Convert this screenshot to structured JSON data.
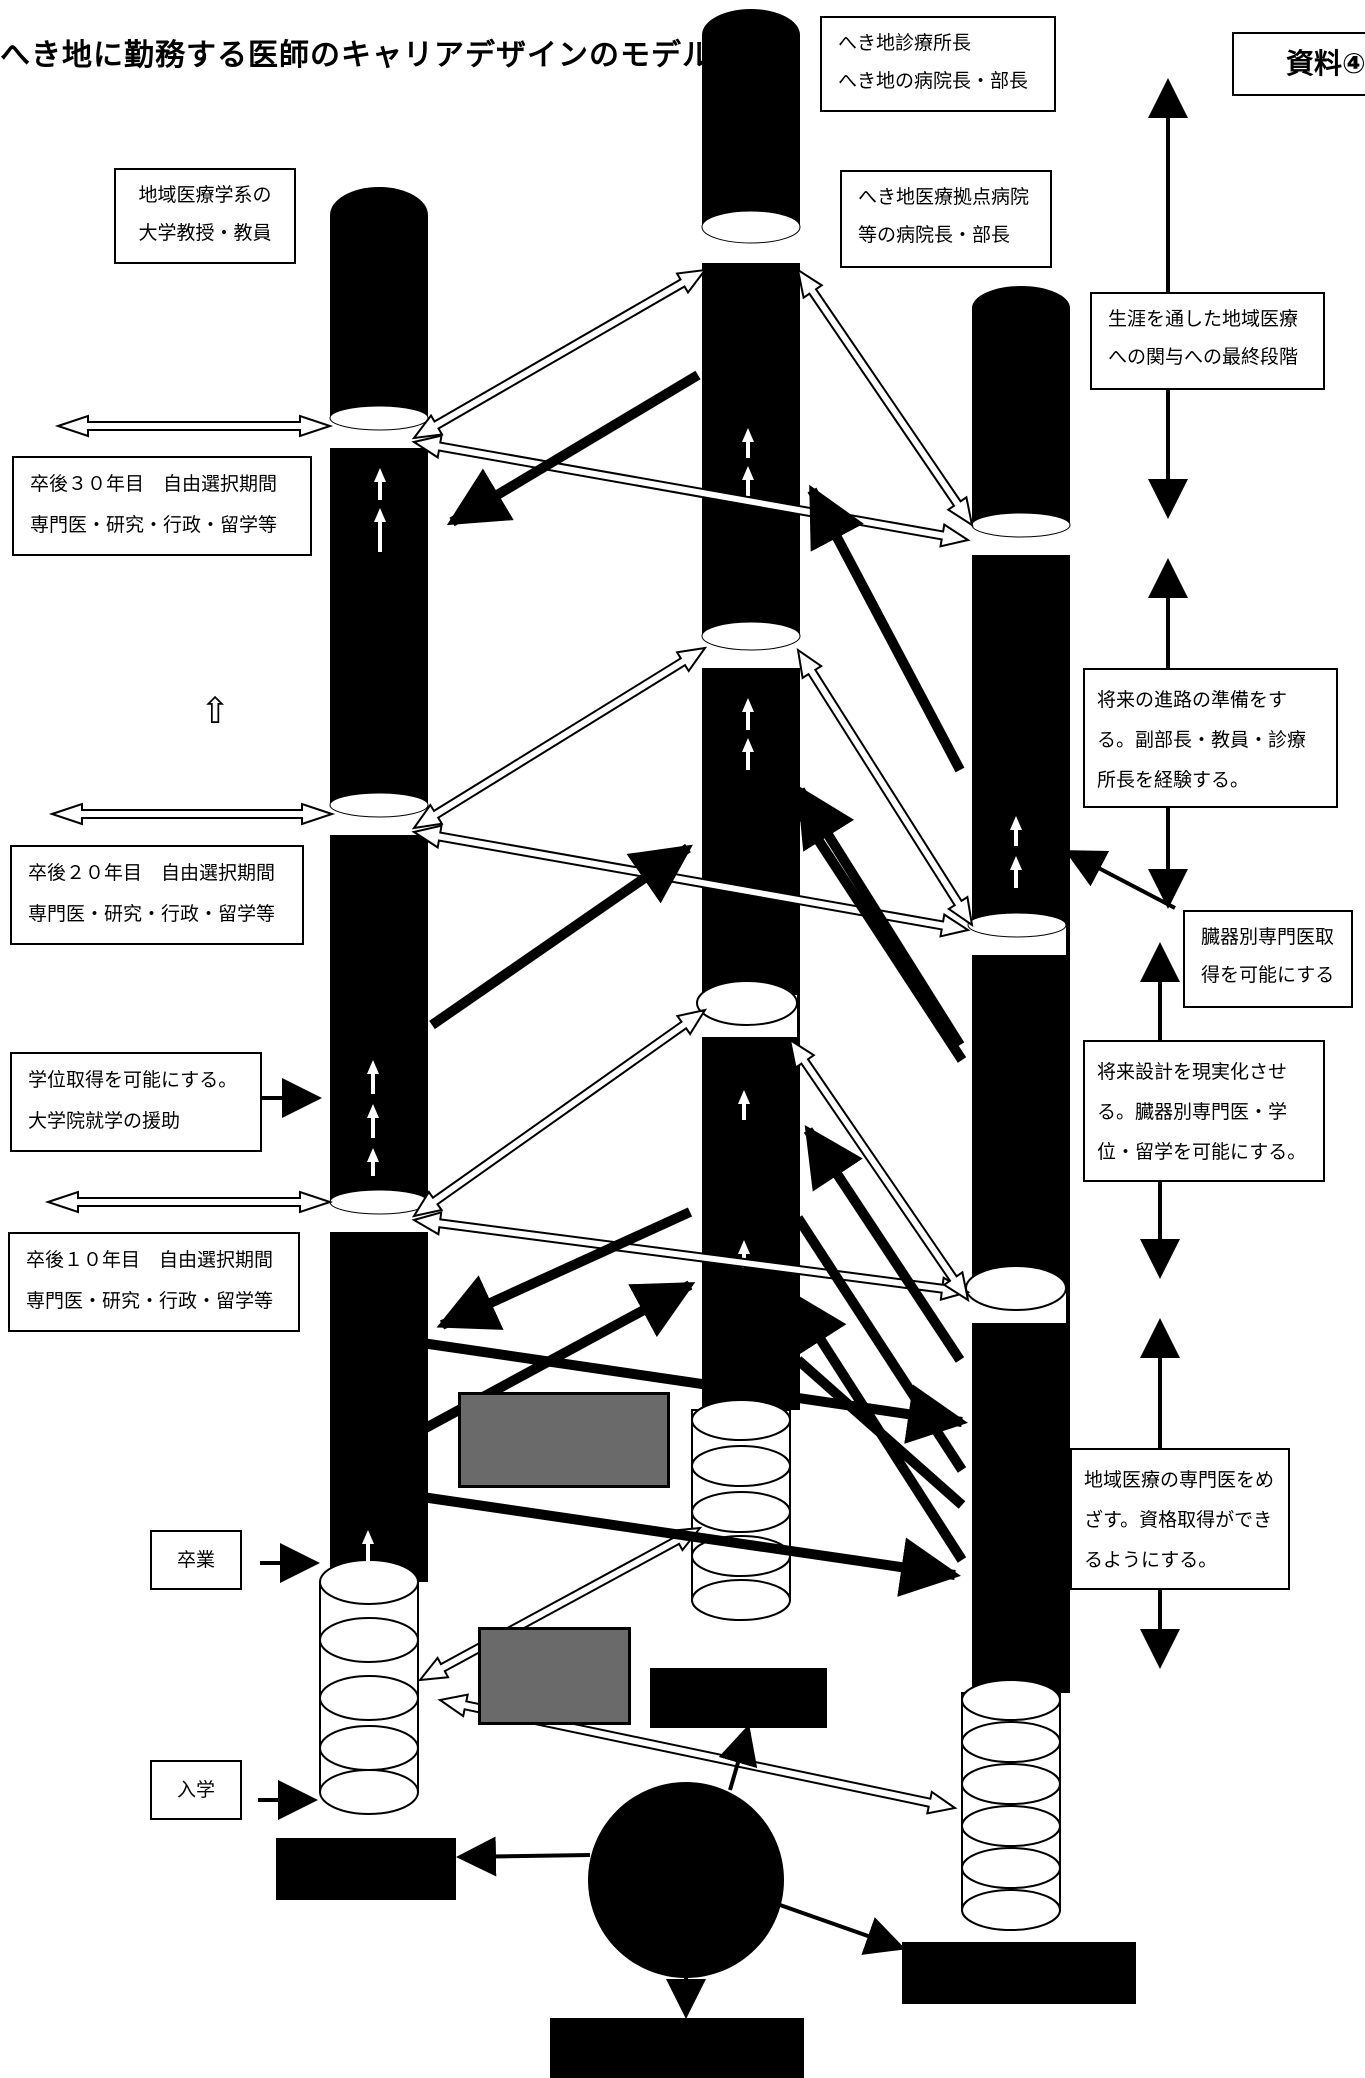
{
  "title": "へき地に勤務する医師のキャリアデザインのモデル",
  "badge": "資料④",
  "boxes": {
    "univ_prof": [
      "地域医療学系の",
      "大学教授・教員"
    ],
    "clinic_director": [
      "へき地診療所長",
      "へき地の病院長・部長"
    ],
    "base_hospital": [
      "へき地医療拠点病院",
      "等の病院長・部長"
    ],
    "lifelong": [
      "生涯を通した地域医療",
      "への関与への最終段階"
    ],
    "year30": [
      "卒後３０年目　自由選択期間",
      "専門医・研究・行政・留学等"
    ],
    "year20": [
      "卒後２０年目　自由選択期間",
      "専門医・研究・行政・留学等"
    ],
    "year10": [
      "卒後１０年目　自由選択期間",
      "専門医・研究・行政・留学等"
    ],
    "future_prep": "将来の進路の準備をする。副部長・教員・診療所長を経験する。",
    "organ_specialist": [
      "臓器別専門医取",
      "得を可能にする"
    ],
    "degree": [
      "学位取得を可能にする。",
      "大学院就学の援助"
    ],
    "future_realize": "将来設計を現実化させる。臓器別専門医・学位・留学を可能にする。",
    "regional_specialist": "地域医療の専門医をめざす。資格取得ができるようにする。",
    "graduation": "卒業",
    "admission": "入学"
  },
  "icons": {
    "hollow_up_arrow": "⇧"
  }
}
